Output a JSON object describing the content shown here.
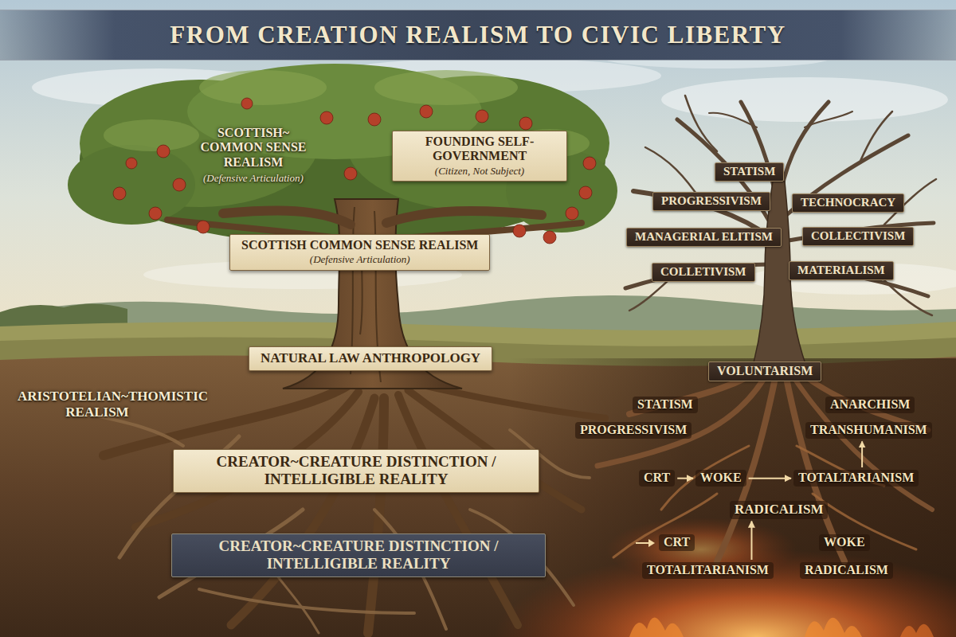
{
  "diagram": {
    "title": "FROM CREATION REALISM TO CIVIC LIBERTY",
    "nodes": [
      {
        "text": [
          "FOUNDING SELF-GOVERNMENT",
          "(Citizen, Not Subject)"
        ]
      },
      {
        "text": [
          "STATISM"
        ]
      },
      {
        "text": [
          "PROGRESSIVISM"
        ]
      },
      {
        "text": [
          "TECHNOCRACY"
        ]
      },
      {
        "text": [
          "MANAGERIAL ELITISM"
        ]
      },
      {
        "text": [
          "COLLECTIVISM"
        ]
      },
      {
        "text": [
          "SCOTTISH COMMON SENSE REALISM",
          "(Defensive Articulation)"
        ]
      },
      {
        "text": [
          "COLLETIVISM"
        ]
      },
      {
        "text": [
          "MATERIALISM"
        ]
      },
      {
        "text": [
          "NATURAL LAW ANTHROPOLOGY"
        ]
      },
      {
        "text": [
          "VOLUNTARISM"
        ]
      },
      {
        "text": [
          "STATISM"
        ]
      },
      {
        "text": [
          "ANARCHISM"
        ]
      },
      {
        "text": [
          "PROGRESSIVISM"
        ]
      },
      {
        "text": [
          "TRANSHUMANISM"
        ]
      },
      {
        "text": [
          "CREATOR~CREATURE DISTINCTION / INTELLIGIBLE REALITY"
        ]
      },
      {
        "text": [
          "CRT"
        ]
      },
      {
        "text": [
          "WOKE"
        ]
      },
      {
        "text": [
          "TOTALTARIANISM"
        ]
      },
      {
        "text": [
          "RADICALISM"
        ]
      },
      {
        "text": [
          "CRT"
        ]
      },
      {
        "text": [
          "WOKE"
        ]
      },
      {
        "text": [
          "CREATOR~CREATURE DISTINCTION / INTELLIGIBLE REALITY"
        ]
      },
      {
        "text": [
          "TOTALITARIANISM"
        ]
      },
      {
        "text": [
          "RADICALISM"
        ]
      }
    ],
    "edges": [
      {
        "from": 16,
        "to": 17,
        "arrow": "to"
      },
      {
        "from": 17,
        "to": 18,
        "arrow": "to"
      },
      {
        "from": 18,
        "to": 14,
        "arrow": "to"
      },
      {
        "from": 23,
        "to": 19,
        "arrow": "to"
      }
    ],
    "labels": [
      "SCOTTISH~ COMMON SENSE REALISM",
      "(Defensive Articulation)",
      "ARISTOTELIAN~THOMISTIC REALISM"
    ]
  }
}
